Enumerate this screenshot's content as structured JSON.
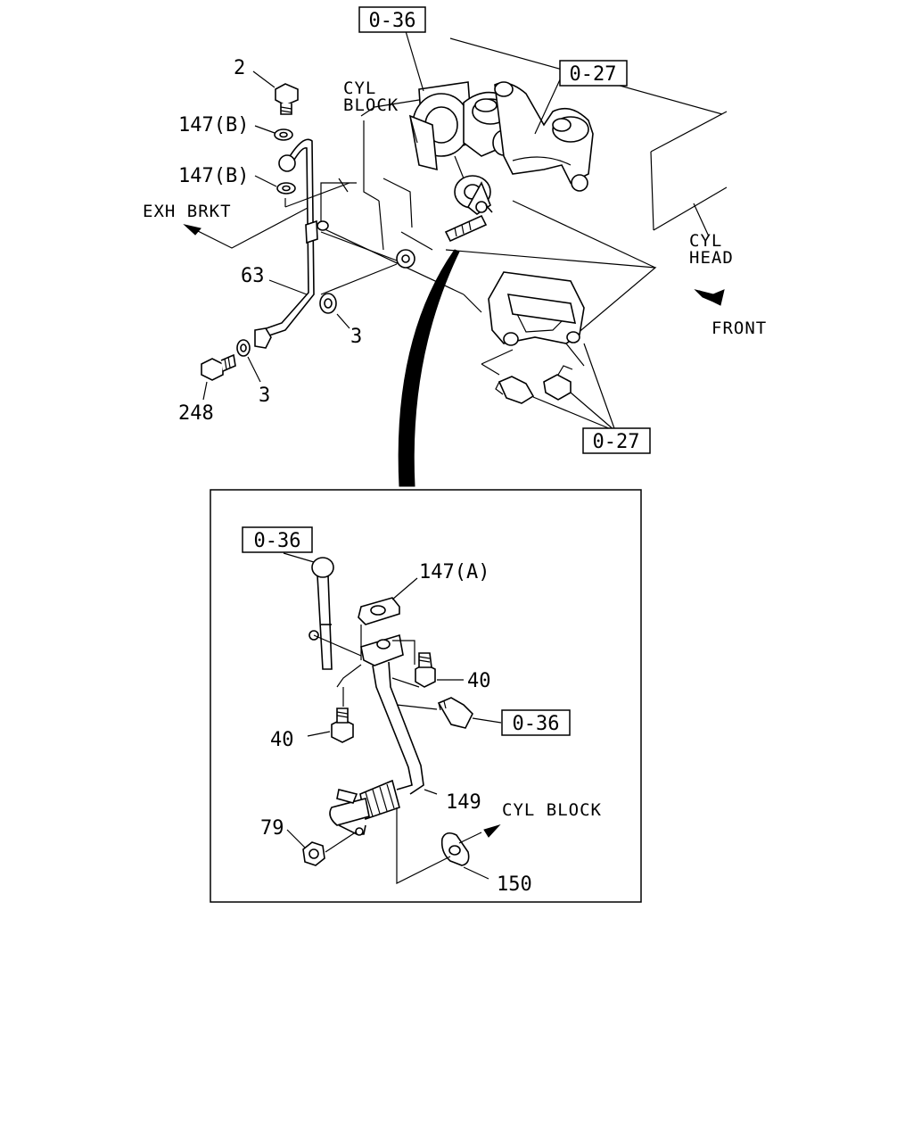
{
  "labels": {
    "ref_036_top": "0-36",
    "ref_027_top": "0-27",
    "ref_027_bottom": "0-27",
    "ref_036_inset_top": "0-36",
    "ref_036_inset_right": "0-36",
    "part_2": "2",
    "part_147b_upper": "147(B)",
    "part_147b_lower": "147(B)",
    "part_63": "63",
    "part_3_right": "3",
    "part_3_left": "3",
    "part_248": "248",
    "part_147a": "147(A)",
    "part_40_right": "40",
    "part_40_left": "40",
    "part_149": "149",
    "part_79": "79",
    "part_150": "150"
  },
  "captions": {
    "cyl_block_line1": "CYL",
    "cyl_block_line2": "BLOCK",
    "exh_brkt": "EXH BRKT",
    "cyl_head_line1": "CYL",
    "cyl_head_line2": "HEAD",
    "front": "FRONT",
    "cyl_block_inset": "CYL BLOCK"
  },
  "colors": {
    "ink": "#000000",
    "paper": "#ffffff"
  }
}
